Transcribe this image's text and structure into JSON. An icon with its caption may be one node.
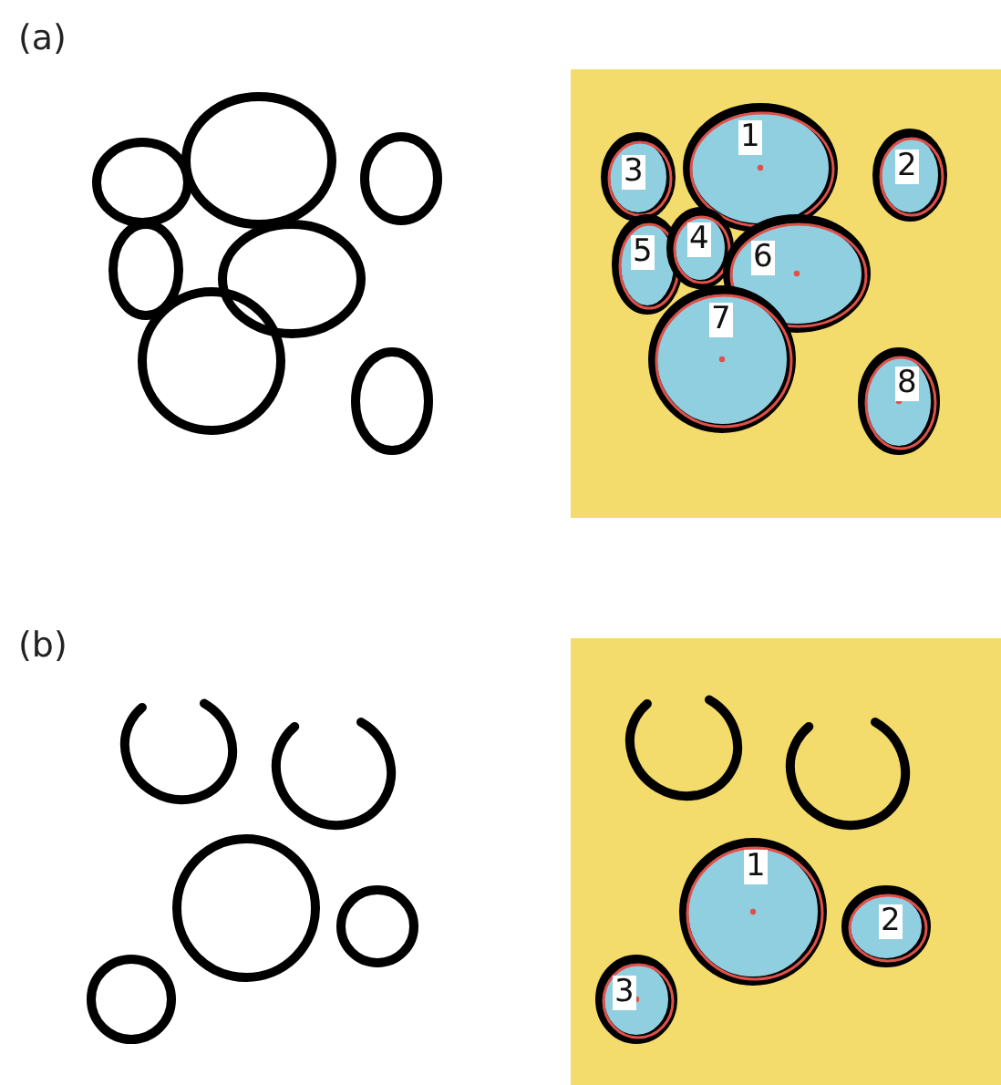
{
  "diagram": {
    "labels": [
      "(a)",
      "1",
      "2",
      "3",
      "4",
      "5",
      "6",
      "7",
      "8",
      "(b)",
      "1",
      "2",
      "3"
    ]
  }
}
